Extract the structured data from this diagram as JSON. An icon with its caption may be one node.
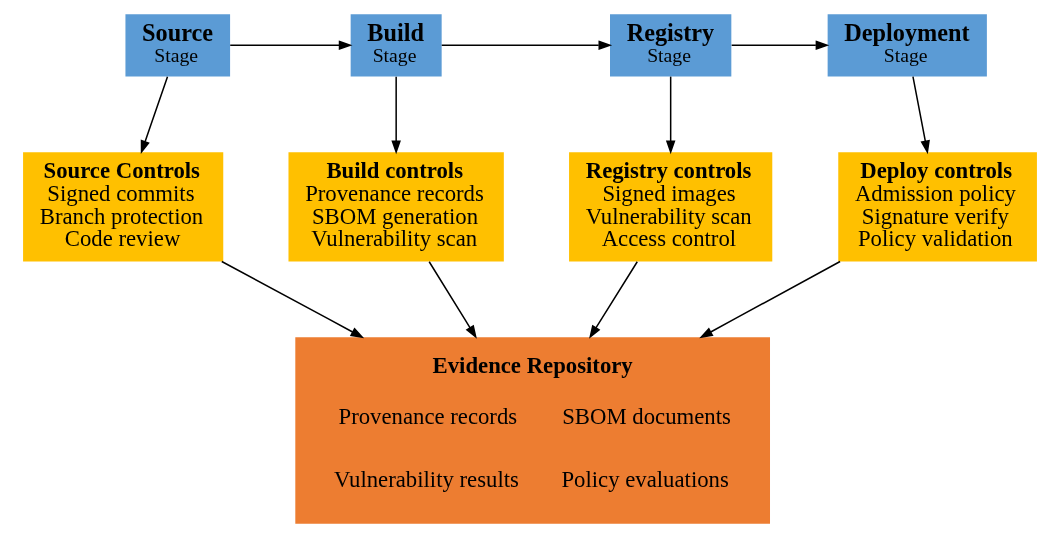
{
  "diagram": {
    "nodes": [
      {
        "text": [
          "Source",
          "Stage"
        ]
      },
      {
        "text": [
          "Build",
          "Stage"
        ]
      },
      {
        "text": [
          "Registry",
          "Stage"
        ]
      },
      {
        "text": [
          "Deployment",
          "Stage"
        ]
      },
      {
        "text": [
          "Source Controls",
          "Signed commits",
          "Branch protection",
          "Code review"
        ]
      },
      {
        "text": [
          "Build controls",
          "Provenance records",
          "SBOM generation",
          "Vulnerability scan"
        ]
      },
      {
        "text": [
          "Registry controls",
          "Signed images",
          "Vulnerability scan",
          "Access control"
        ]
      },
      {
        "text": [
          "Deploy controls",
          "Admission policy",
          "Signature verify",
          "Policy validation"
        ]
      },
      {
        "text": [
          "Evidence Repository",
          "Provenance records",
          "SBOM documents",
          "Vulnerability results",
          "Policy evaluations"
        ]
      }
    ],
    "edges": [
      {
        "from": 0,
        "to": 1,
        "arrow": "to"
      },
      {
        "from": 1,
        "to": 2,
        "arrow": "to"
      },
      {
        "from": 2,
        "to": 3,
        "arrow": "to"
      },
      {
        "from": 0,
        "to": 4,
        "arrow": "to"
      },
      {
        "from": 1,
        "to": 5,
        "arrow": "to"
      },
      {
        "from": 2,
        "to": 6,
        "arrow": "to"
      },
      {
        "from": 3,
        "to": 7,
        "arrow": "to"
      },
      {
        "from": 4,
        "to": 8,
        "arrow": "to"
      },
      {
        "from": 5,
        "to": 8,
        "arrow": "to"
      },
      {
        "from": 6,
        "to": 8,
        "arrow": "to"
      },
      {
        "from": 7,
        "to": 8,
        "arrow": "to"
      }
    ]
  }
}
